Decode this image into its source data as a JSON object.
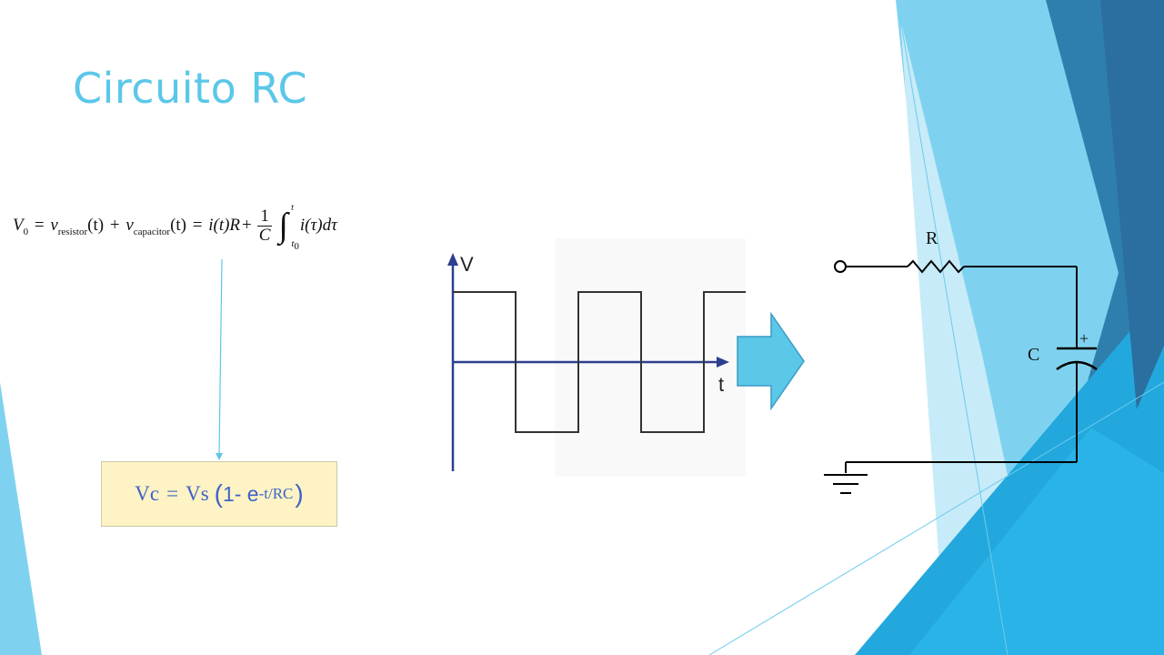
{
  "slide": {
    "title": "Circuito RC"
  },
  "equation": {
    "lhs": "V",
    "lhs_sub": "0",
    "v1": "v",
    "v1_sub": "resistor",
    "v2": "v",
    "v2_sub": "capacitor",
    "term_t": "(t)",
    "i_t_R": "i(t)R",
    "frac_num": "1",
    "frac_den": "C",
    "int_upper": "t",
    "int_lower": "t",
    "int_lower_sub": "0",
    "integrand": "i(τ)dτ"
  },
  "formula": {
    "vc": "Vc",
    "eq": "=",
    "vs": "Vs",
    "open": "(",
    "one_minus": "1- e",
    "exponent": "-t/RC",
    "close": ")"
  },
  "waveform": {
    "y_label": "V",
    "x_label": "t",
    "high": 1,
    "low": -1,
    "transitions": [
      0,
      1,
      2,
      3,
      4,
      5
    ],
    "axis_color": "#2d3f8f",
    "trace_color": "#333333"
  },
  "circuit": {
    "resistor_label": "R",
    "capacitor_label": "C",
    "plus_label": "+"
  },
  "colors": {
    "title": "#5bc7e9",
    "arrow": "#5bc7e9",
    "formula_text": "#3f63c6",
    "formula_bg": "#fdf3c4"
  }
}
